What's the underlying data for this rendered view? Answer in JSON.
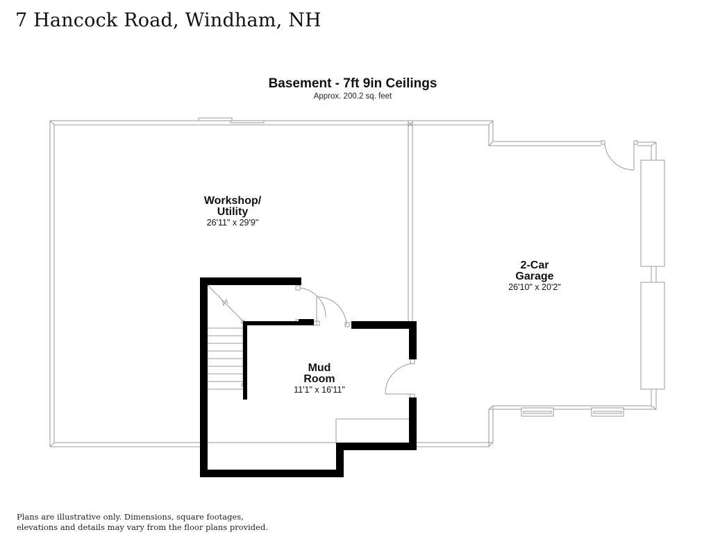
{
  "header": {
    "address": "7 Hancock Road, Windham, NH"
  },
  "plan": {
    "title": "Basement - 7ft 9in Ceilings",
    "area": "Approx. 200.2 sq. feet"
  },
  "rooms": [
    {
      "name_line1": "Workshop/",
      "name_line2": "Utility",
      "dimensions": "26'11\" x 29'9\""
    },
    {
      "name_line1": "2-Car",
      "name_line2": "Garage",
      "dimensions": "26'10\" x 20'2\""
    },
    {
      "name_line1": "Mud",
      "name_line2": "Room",
      "dimensions": "11'1\" x 16'11\""
    }
  ],
  "footer": {
    "disclaimer_line1": "Plans are illustrative only. Dimensions, square footages,",
    "disclaimer_line2": "elevations and details may vary from the floor plans provided."
  },
  "colors": {
    "wall_light": "#9a9a9a",
    "wall_heavy": "#000000",
    "text": "#111111"
  }
}
